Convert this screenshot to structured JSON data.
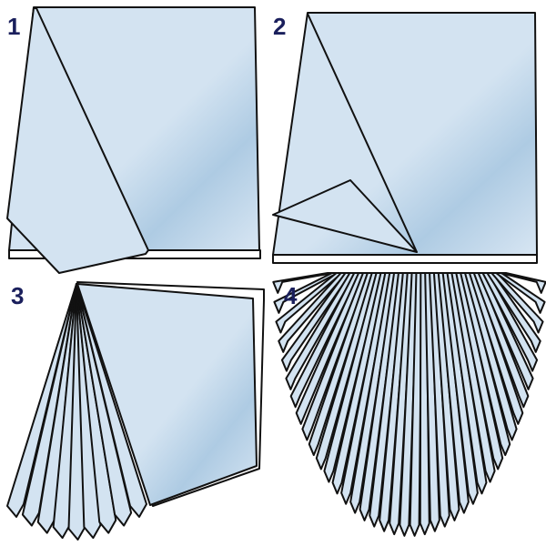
{
  "steps": [
    {
      "label": "1"
    },
    {
      "label": "2"
    },
    {
      "label": "3"
    },
    {
      "label": "4"
    }
  ],
  "colors": {
    "paper": "#d3e3f1",
    "shade": "#a9c6df",
    "line": "#111111",
    "label": "#1a1f5c"
  },
  "fan": {
    "step3_pages": 9,
    "step4_pages": 40
  }
}
